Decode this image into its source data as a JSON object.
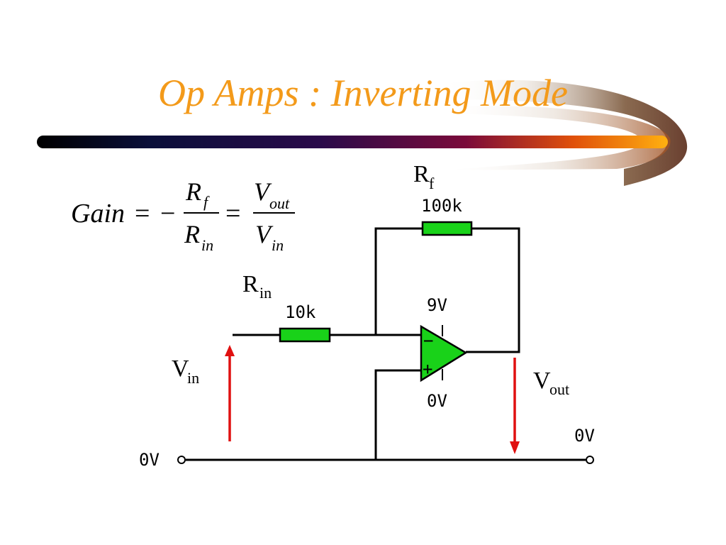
{
  "slide": {
    "title": "Op Amps : Inverting Mode",
    "formula": {
      "gain_word": "Gain",
      "equals": "=",
      "minus": "−",
      "rf_base": "R",
      "rf_sub": "f",
      "rin_base": "R",
      "rin_sub": "in",
      "vout_base": "V",
      "vout_sub": "out",
      "vin_base": "V",
      "vin_sub": "in"
    },
    "circuit": {
      "rf_label_base": "R",
      "rf_label_sub": "f",
      "rf_value": "100k",
      "rin_label_base": "R",
      "rin_label_sub": "in",
      "rin_value": "10k",
      "supply_pos": "9V",
      "supply_neg": "0V",
      "opamp_minus": "−",
      "opamp_plus": "+",
      "vin_label_base": "V",
      "vin_label_sub": "in",
      "vout_label_base": "V",
      "vout_label_sub": "out",
      "ground_left": "0V",
      "ground_right": "0V"
    },
    "colors": {
      "title": "#f39a1a",
      "resistor": "#19d219",
      "opamp": "#19d219",
      "arrow": "#e01010"
    }
  }
}
